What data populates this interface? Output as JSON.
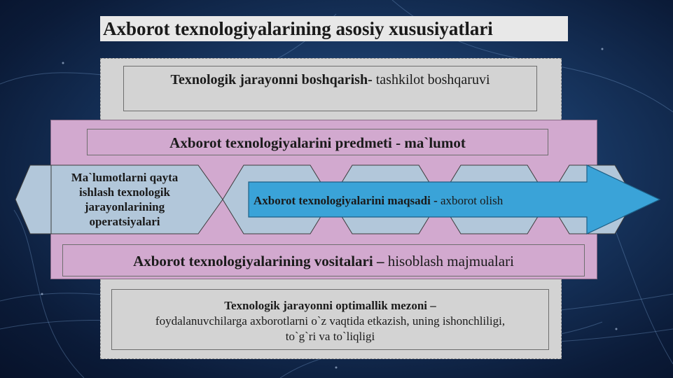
{
  "slide": {
    "title": "Axborot texnologiyalarining asosiy xususiyatlari",
    "box1": {
      "bold": "Texnologik jarayonni boshqarish-",
      "normal": " tashkilot boshqaruvi"
    },
    "box2": {
      "text": "Axborot texnologiyalarini predmeti - ma`lumot"
    },
    "operations": {
      "line1": "Ma`lumotlarni qayta",
      "line2": "ishlash texnologik",
      "line3": "jarayonlarining",
      "line4": "operatsiyalari"
    },
    "arrow": {
      "bold": "Axborot texnologiyalarini maqsadi - ",
      "normal": "axborot olish"
    },
    "box3": {
      "bold": "Axborot texnologiyalarining vositalari –",
      "normal": " hisoblash majmualari"
    },
    "box4": {
      "bold": "Texnologik jarayonni optimallik mezoni –",
      "line2": "foydalanuvchilarga axborotlarni o`z vaqtida etkazish, uning ishonchliligi,",
      "line3": "to`g`ri va to`liqligi"
    }
  },
  "colors": {
    "pink_band": "#d2a9cf",
    "gray_panel": "#d3d3d3",
    "hexagon_fill": "#b2c7da",
    "arrow_fill": "#3aa3d8",
    "background": "#17355f"
  },
  "icons": {
    "watermark": "logo-watermark-icon"
  }
}
